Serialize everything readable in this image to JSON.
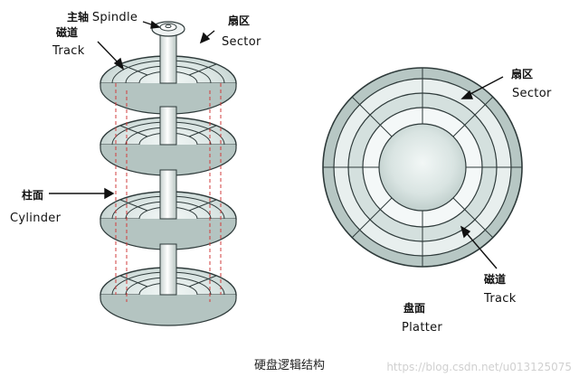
{
  "labels": {
    "spindle_cn": "主轴",
    "spindle_en": "Spindle",
    "track_left_cn": "磁道",
    "track_left_en": "Track",
    "sector_left_cn": "扇区",
    "sector_left_en": "Sector",
    "cylinder_cn": "柱面",
    "cylinder_en": "Cylinder",
    "sector_right_cn": "扇区",
    "sector_right_en": "Sector",
    "track_right_cn": "磁道",
    "track_right_en": "Track",
    "platter_cn": "盘面",
    "platter_en": "Platter"
  },
  "caption": "硬盘逻辑结构",
  "watermark": "https://blog.csdn.net/u013125075",
  "colors": {
    "platter_fill": "#dce6e4",
    "platter_edge": "#2e3a3a",
    "cylinder_dash": "#d23c3c",
    "spindle_fill": "#eef2f2"
  }
}
